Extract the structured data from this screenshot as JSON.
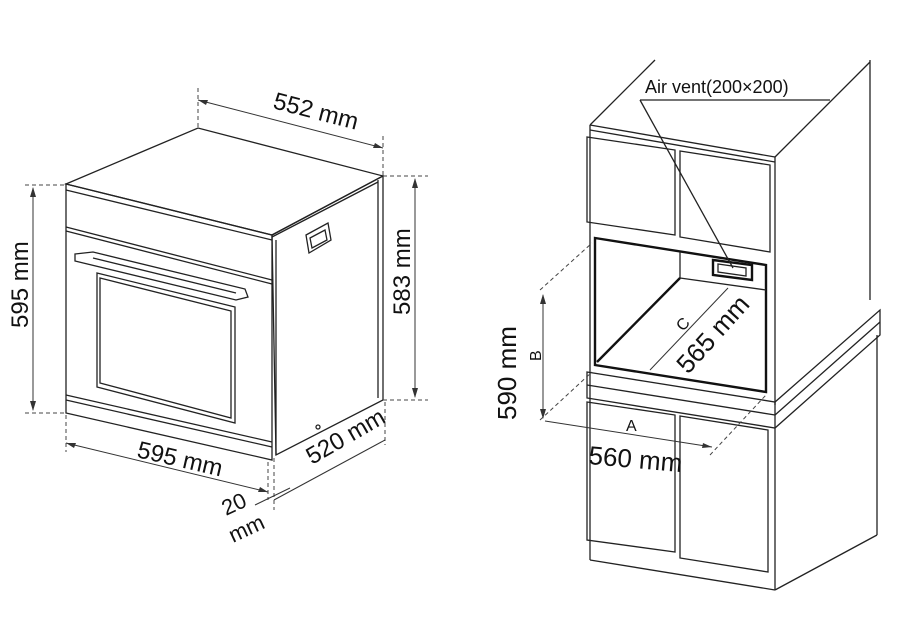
{
  "oven": {
    "depth_top": "552 mm",
    "height_front": "595 mm",
    "height_body": "583 mm",
    "width_front": "595 mm",
    "depth_body": "520 mm",
    "panel_depth": "20\nmm",
    "panel_depth_num": "20",
    "panel_depth_unit": "mm"
  },
  "cabinet": {
    "air_vent": "Air vent(200×200)",
    "height": "590 mm",
    "label_b": "B",
    "label_a": "A",
    "width": "560 mm",
    "label_c": "C",
    "depth": "565 mm"
  },
  "colors": {
    "line": "#222222",
    "background": "#ffffff"
  }
}
